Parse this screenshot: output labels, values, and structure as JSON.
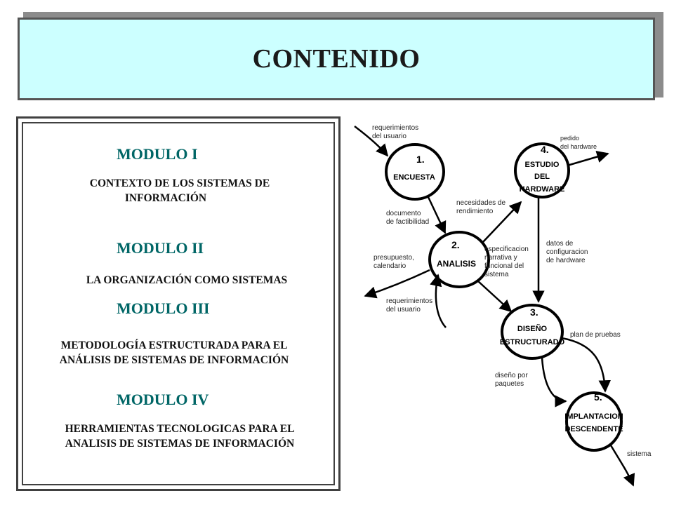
{
  "title": "CONTENIDO",
  "modules": [
    {
      "heading": "MODULO I",
      "desc_line1": "CONTEXTO DE LOS SISTEMAS DE",
      "desc_line2": "INFORMACIÓN"
    },
    {
      "heading": "MODULO II",
      "desc_line1": "LA ORGANIZACIÓN COMO SISTEMAS",
      "desc_line2": ""
    },
    {
      "heading": "MODULO III",
      "desc_line1": "METODOLOGÍA ESTRUCTURADA PARA EL",
      "desc_line2": "ANÁLISIS DE SISTEMAS DE INFORMACIÓN"
    },
    {
      "heading": "MODULO IV",
      "desc_line1": "HERRAMIENTAS TECNOLOGICAS PARA EL",
      "desc_line2": "ANALISIS DE SISTEMAS DE INFORMACIÓN"
    }
  ],
  "diagram": {
    "nodes": [
      {
        "num": "1.",
        "name_line1": "ENCUESTA",
        "name_line2": "",
        "name_line3": ""
      },
      {
        "num": "2.",
        "name_line1": "ANALISIS",
        "name_line2": "",
        "name_line3": ""
      },
      {
        "num": "3.",
        "name_line1": "DISEÑO",
        "name_line2": "ESTRUCTURADO",
        "name_line3": ""
      },
      {
        "num": "4.",
        "name_line1": "ESTUDIO",
        "name_line2": "DEL",
        "name_line3": "HARDWARE"
      },
      {
        "num": "5.",
        "name_line1": "IMPLANTACION",
        "name_line2": "DESCENDENTE",
        "name_line3": ""
      }
    ],
    "flows": {
      "req_usuario_in": [
        "requerimientos",
        "del usuario"
      ],
      "doc_factibilidad": [
        "documento",
        "de factibilidad"
      ],
      "necesidades": [
        "necesidades de",
        "rendimiento"
      ],
      "pedido_hw": [
        "pedido",
        "del hardware"
      ],
      "presupuesto": [
        "presupuesto,",
        "calendario"
      ],
      "req_usuario_loop": [
        "requerimientos",
        "del usuario"
      ],
      "especificacion": [
        "especificacion",
        "narrativa y",
        "funcional del",
        "sistema"
      ],
      "datos_config": [
        "datos de",
        "configuracion",
        "de hardware"
      ],
      "plan_pruebas": [
        "plan de pruebas"
      ],
      "diseno_paquetes": [
        "diseño por",
        "paquetes"
      ],
      "sistema": [
        "sistema"
      ]
    }
  },
  "colors": {
    "title_bg": "#ccffff",
    "module_heading": "#006666"
  }
}
